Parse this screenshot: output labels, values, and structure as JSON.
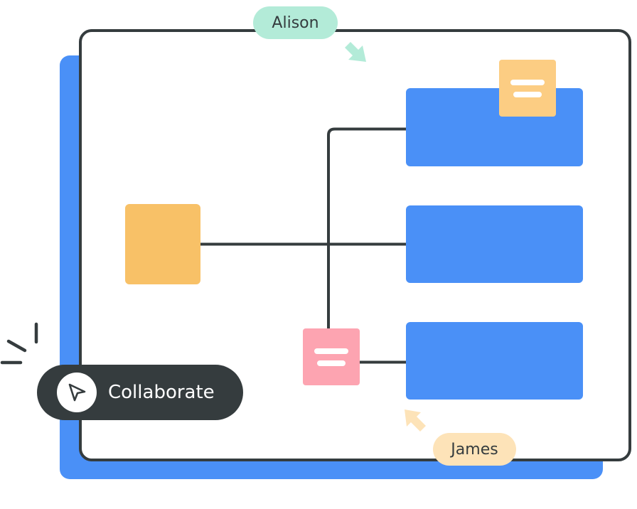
{
  "illustration": {
    "title": "Collaborative diagram editing",
    "collaborate_button": {
      "label": "Collaborate",
      "icon": "cursor-arrow-icon"
    },
    "collaborators": [
      {
        "name": "Alison",
        "color": "#b3ebd8"
      },
      {
        "name": "James",
        "color": "#fde3b8"
      }
    ],
    "nodes": {
      "source": {
        "color": "#f8c167"
      },
      "targets": [
        {
          "color": "#4a90f7"
        },
        {
          "color": "#4a90f7"
        },
        {
          "color": "#4a90f7"
        }
      ]
    },
    "notes": [
      {
        "color": "#fccd83",
        "icon": "note-lines-icon"
      },
      {
        "color": "#fda4b1",
        "icon": "note-lines-icon"
      }
    ],
    "colors": {
      "frame_border": "#353c3e",
      "backdrop": "#4a90f7",
      "connector": "#353c3e"
    }
  }
}
